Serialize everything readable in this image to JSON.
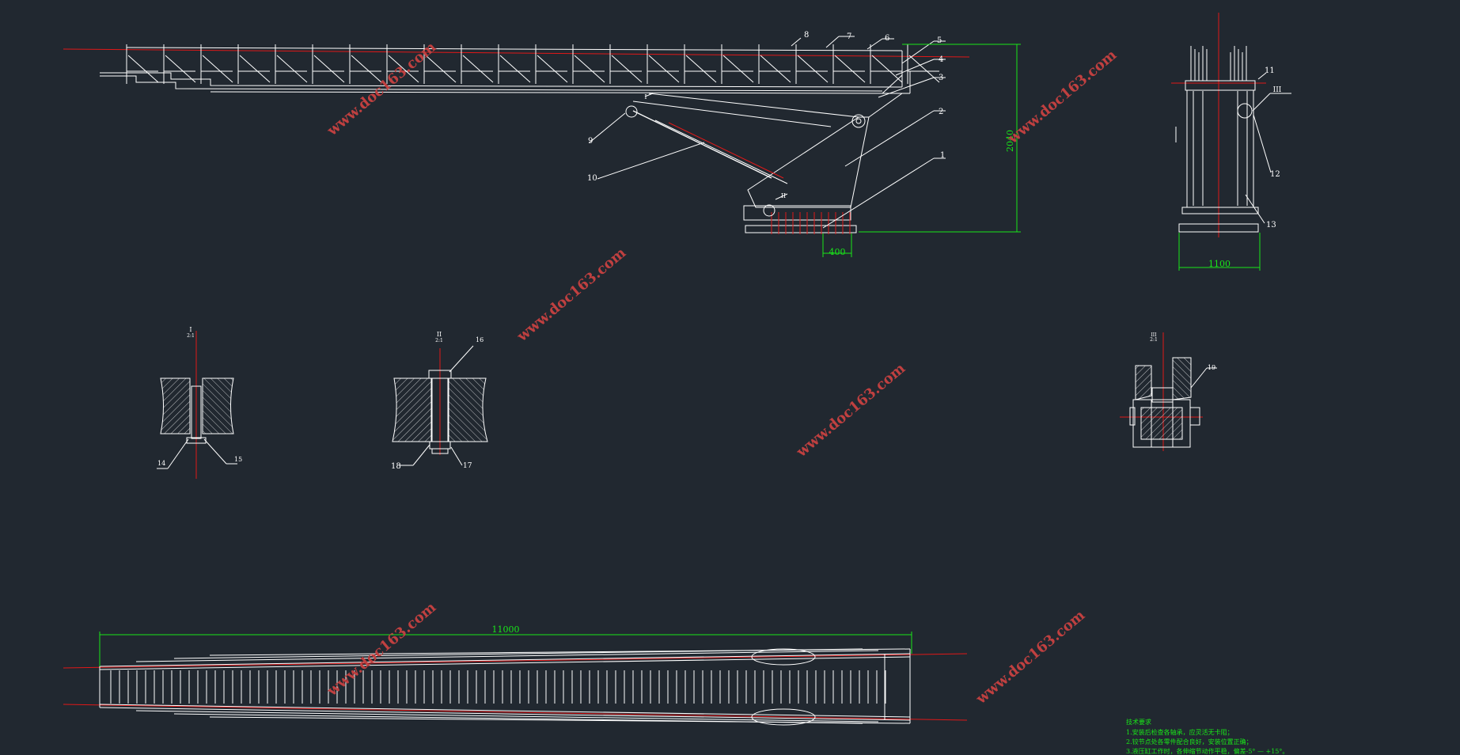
{
  "watermarks": [
    "www.doc163.com",
    "www.doc163.com",
    "www.doc163.com",
    "www.doc163.com",
    "www.doc163.com",
    "www.doc163.com"
  ],
  "dimensions": {
    "height": "2040",
    "base_offset": "400",
    "width_end": "1100",
    "length_plan": "11000"
  },
  "part_labels": {
    "p1": "1",
    "p2": "2",
    "p3": "3",
    "p4": "4",
    "p5": "5",
    "p6": "6",
    "p7": "7",
    "p8": "8",
    "p9": "9",
    "p10": "10",
    "p11": "11",
    "p12": "12",
    "p13": "13",
    "p14": "14",
    "p15": "15",
    "p16": "16",
    "p17": "17",
    "p18": "18",
    "p19": "19"
  },
  "views": {
    "detail_I_title": "I",
    "detail_I_scale": "2:1",
    "detail_II_title": "II",
    "detail_II_scale": "2:1",
    "detail_III_title": "III",
    "detail_III_scale": "2:1",
    "callout_I": "I",
    "callout_II": "II",
    "callout_III": "III"
  },
  "tech_requirements": {
    "title": "技术要求",
    "items": [
      "1.安装后检查各轴承，应灵活无卡阻；",
      "2.铰节点处各零件配合良好，安装位置正确；",
      "3.液压缸工作时，各伸缩节动作平稳，偏差-5° — +15°。"
    ]
  },
  "colors": {
    "background": "#212830",
    "linework": "#ffffff",
    "dimension": "#19e619",
    "centerline": "#e01818",
    "watermark": "#c04040",
    "notes": "#19e619"
  }
}
